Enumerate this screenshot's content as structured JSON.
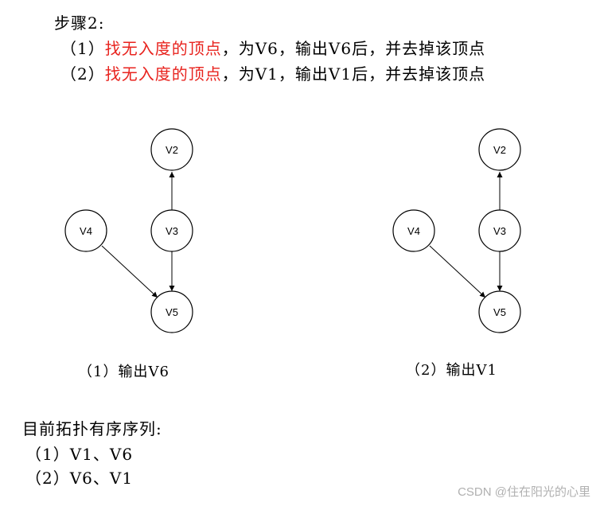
{
  "step": {
    "title": "步骤2:",
    "lines": [
      {
        "prefix": "（1）",
        "highlight": "找无入度的顶点",
        "rest": "，为V6，输出V6后，并去掉该顶点"
      },
      {
        "prefix": "（2）",
        "highlight": "找无入度的顶点",
        "rest": "，为V1，输出V1后，并去掉该顶点"
      }
    ]
  },
  "graphs": [
    {
      "caption": "（1）输出V6",
      "nodes": [
        {
          "id": "V2",
          "label": "V2"
        },
        {
          "id": "V3",
          "label": "V3"
        },
        {
          "id": "V4",
          "label": "V4"
        },
        {
          "id": "V5",
          "label": "V5"
        }
      ],
      "edges": [
        {
          "from": "V3",
          "to": "V2"
        },
        {
          "from": "V3",
          "to": "V5"
        },
        {
          "from": "V4",
          "to": "V5"
        }
      ]
    },
    {
      "caption": "（2）输出V1",
      "nodes": [
        {
          "id": "V2",
          "label": "V2"
        },
        {
          "id": "V3",
          "label": "V3"
        },
        {
          "id": "V4",
          "label": "V4"
        },
        {
          "id": "V5",
          "label": "V5"
        }
      ],
      "edges": [
        {
          "from": "V3",
          "to": "V2"
        },
        {
          "from": "V3",
          "to": "V5"
        },
        {
          "from": "V4",
          "to": "V5"
        }
      ]
    }
  ],
  "result": {
    "title": "目前拓扑有序序列:",
    "lines": [
      "（1）V1、V6",
      "（2）V6、V1"
    ]
  },
  "watermark": "CSDN @住在阳光的心里",
  "colors": {
    "highlight": "#e8231e",
    "watermark": "#b0b0b0"
  }
}
